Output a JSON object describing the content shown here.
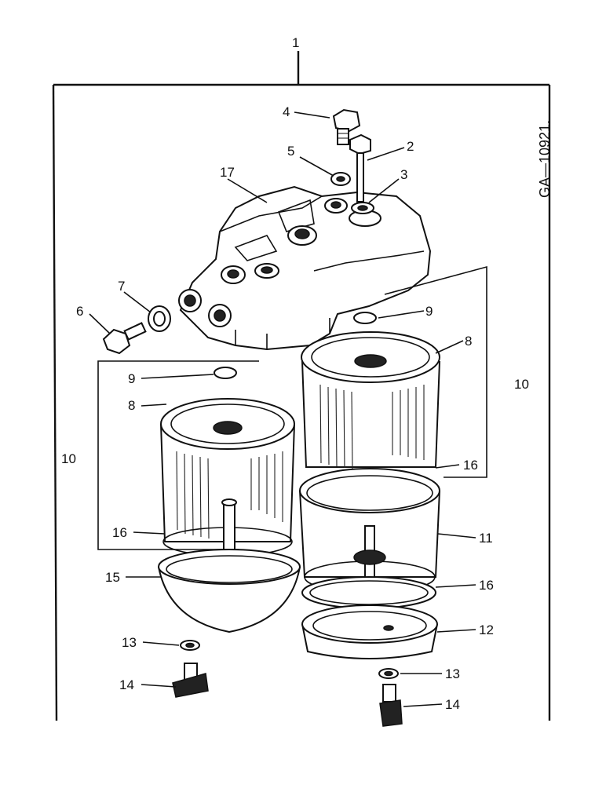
{
  "figure": {
    "reference_code": "GA—10921.",
    "assembly_label": "1"
  },
  "callouts": [
    {
      "id": "c1",
      "label": "1"
    },
    {
      "id": "c2",
      "label": "2"
    },
    {
      "id": "c3",
      "label": "3"
    },
    {
      "id": "c4",
      "label": "4"
    },
    {
      "id": "c5",
      "label": "5"
    },
    {
      "id": "c6",
      "label": "6"
    },
    {
      "id": "c7",
      "label": "7"
    },
    {
      "id": "c8a",
      "label": "8"
    },
    {
      "id": "c8b",
      "label": "8"
    },
    {
      "id": "c9a",
      "label": "9"
    },
    {
      "id": "c9b",
      "label": "9"
    },
    {
      "id": "c10a",
      "label": "10"
    },
    {
      "id": "c10b",
      "label": "10"
    },
    {
      "id": "c11",
      "label": "11"
    },
    {
      "id": "c12",
      "label": "12"
    },
    {
      "id": "c13a",
      "label": "13"
    },
    {
      "id": "c13b",
      "label": "13"
    },
    {
      "id": "c14a",
      "label": "14"
    },
    {
      "id": "c14b",
      "label": "14"
    },
    {
      "id": "c15",
      "label": "15"
    },
    {
      "id": "c16a",
      "label": "16"
    },
    {
      "id": "c16b",
      "label": "16"
    },
    {
      "id": "c16c",
      "label": "16"
    },
    {
      "id": "c17",
      "label": "17"
    }
  ]
}
